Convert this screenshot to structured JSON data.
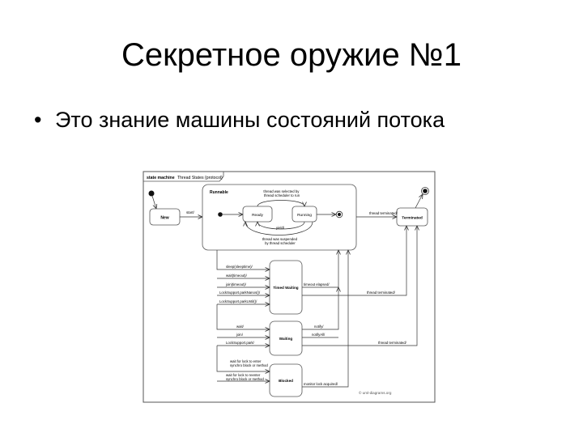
{
  "slide": {
    "title": "Секретное оружие №1",
    "bullet": "Это знание машины состояний потока"
  },
  "diagram": {
    "frame_keyword": "state machine",
    "frame_title": "Thread States {protocol}",
    "states": {
      "new": "New",
      "runnable": "Runnable",
      "ready": "Ready",
      "running": "Running",
      "terminated": "Terminated",
      "timed_waiting": "Timed Waiting",
      "waiting": "Waiting",
      "blocked": "Blocked"
    },
    "transitions": {
      "start": "start/",
      "selected_line1": "thread was selected by",
      "selected_line2": "thread scheduler to run",
      "yield": "yield/",
      "suspended_line1": "thread was suspended",
      "suspended_line2": "by thread scheduler",
      "terminated_runnable": "thread terminated/",
      "sleep": "sleep(sleeptime)/",
      "wait_timeout": "wait(timeout)/",
      "join_timeout": "join(timeout)/",
      "park_nanos": "LockSupport.parkNanos()/",
      "park_until": "LockSupport.parkUntil()/",
      "timeout_elapsed": "timeout elapsed/",
      "terminated_timed": "thread terminated/",
      "wait": "wait/",
      "join": "join/",
      "park": "LockSupport.park/",
      "notify": "notify/",
      "notify_all": "notifyAll/",
      "terminated_waiting": "thread terminated/",
      "enter_line1": "wait for lock to enter",
      "enter_line2": "synchro block or method",
      "reenter_line1": "wait for lock to reenter",
      "reenter_line2": "synchro block or method",
      "monitor_acquired": "monitor lock acquired/"
    },
    "watermark": "© uml-diagrams.org"
  }
}
